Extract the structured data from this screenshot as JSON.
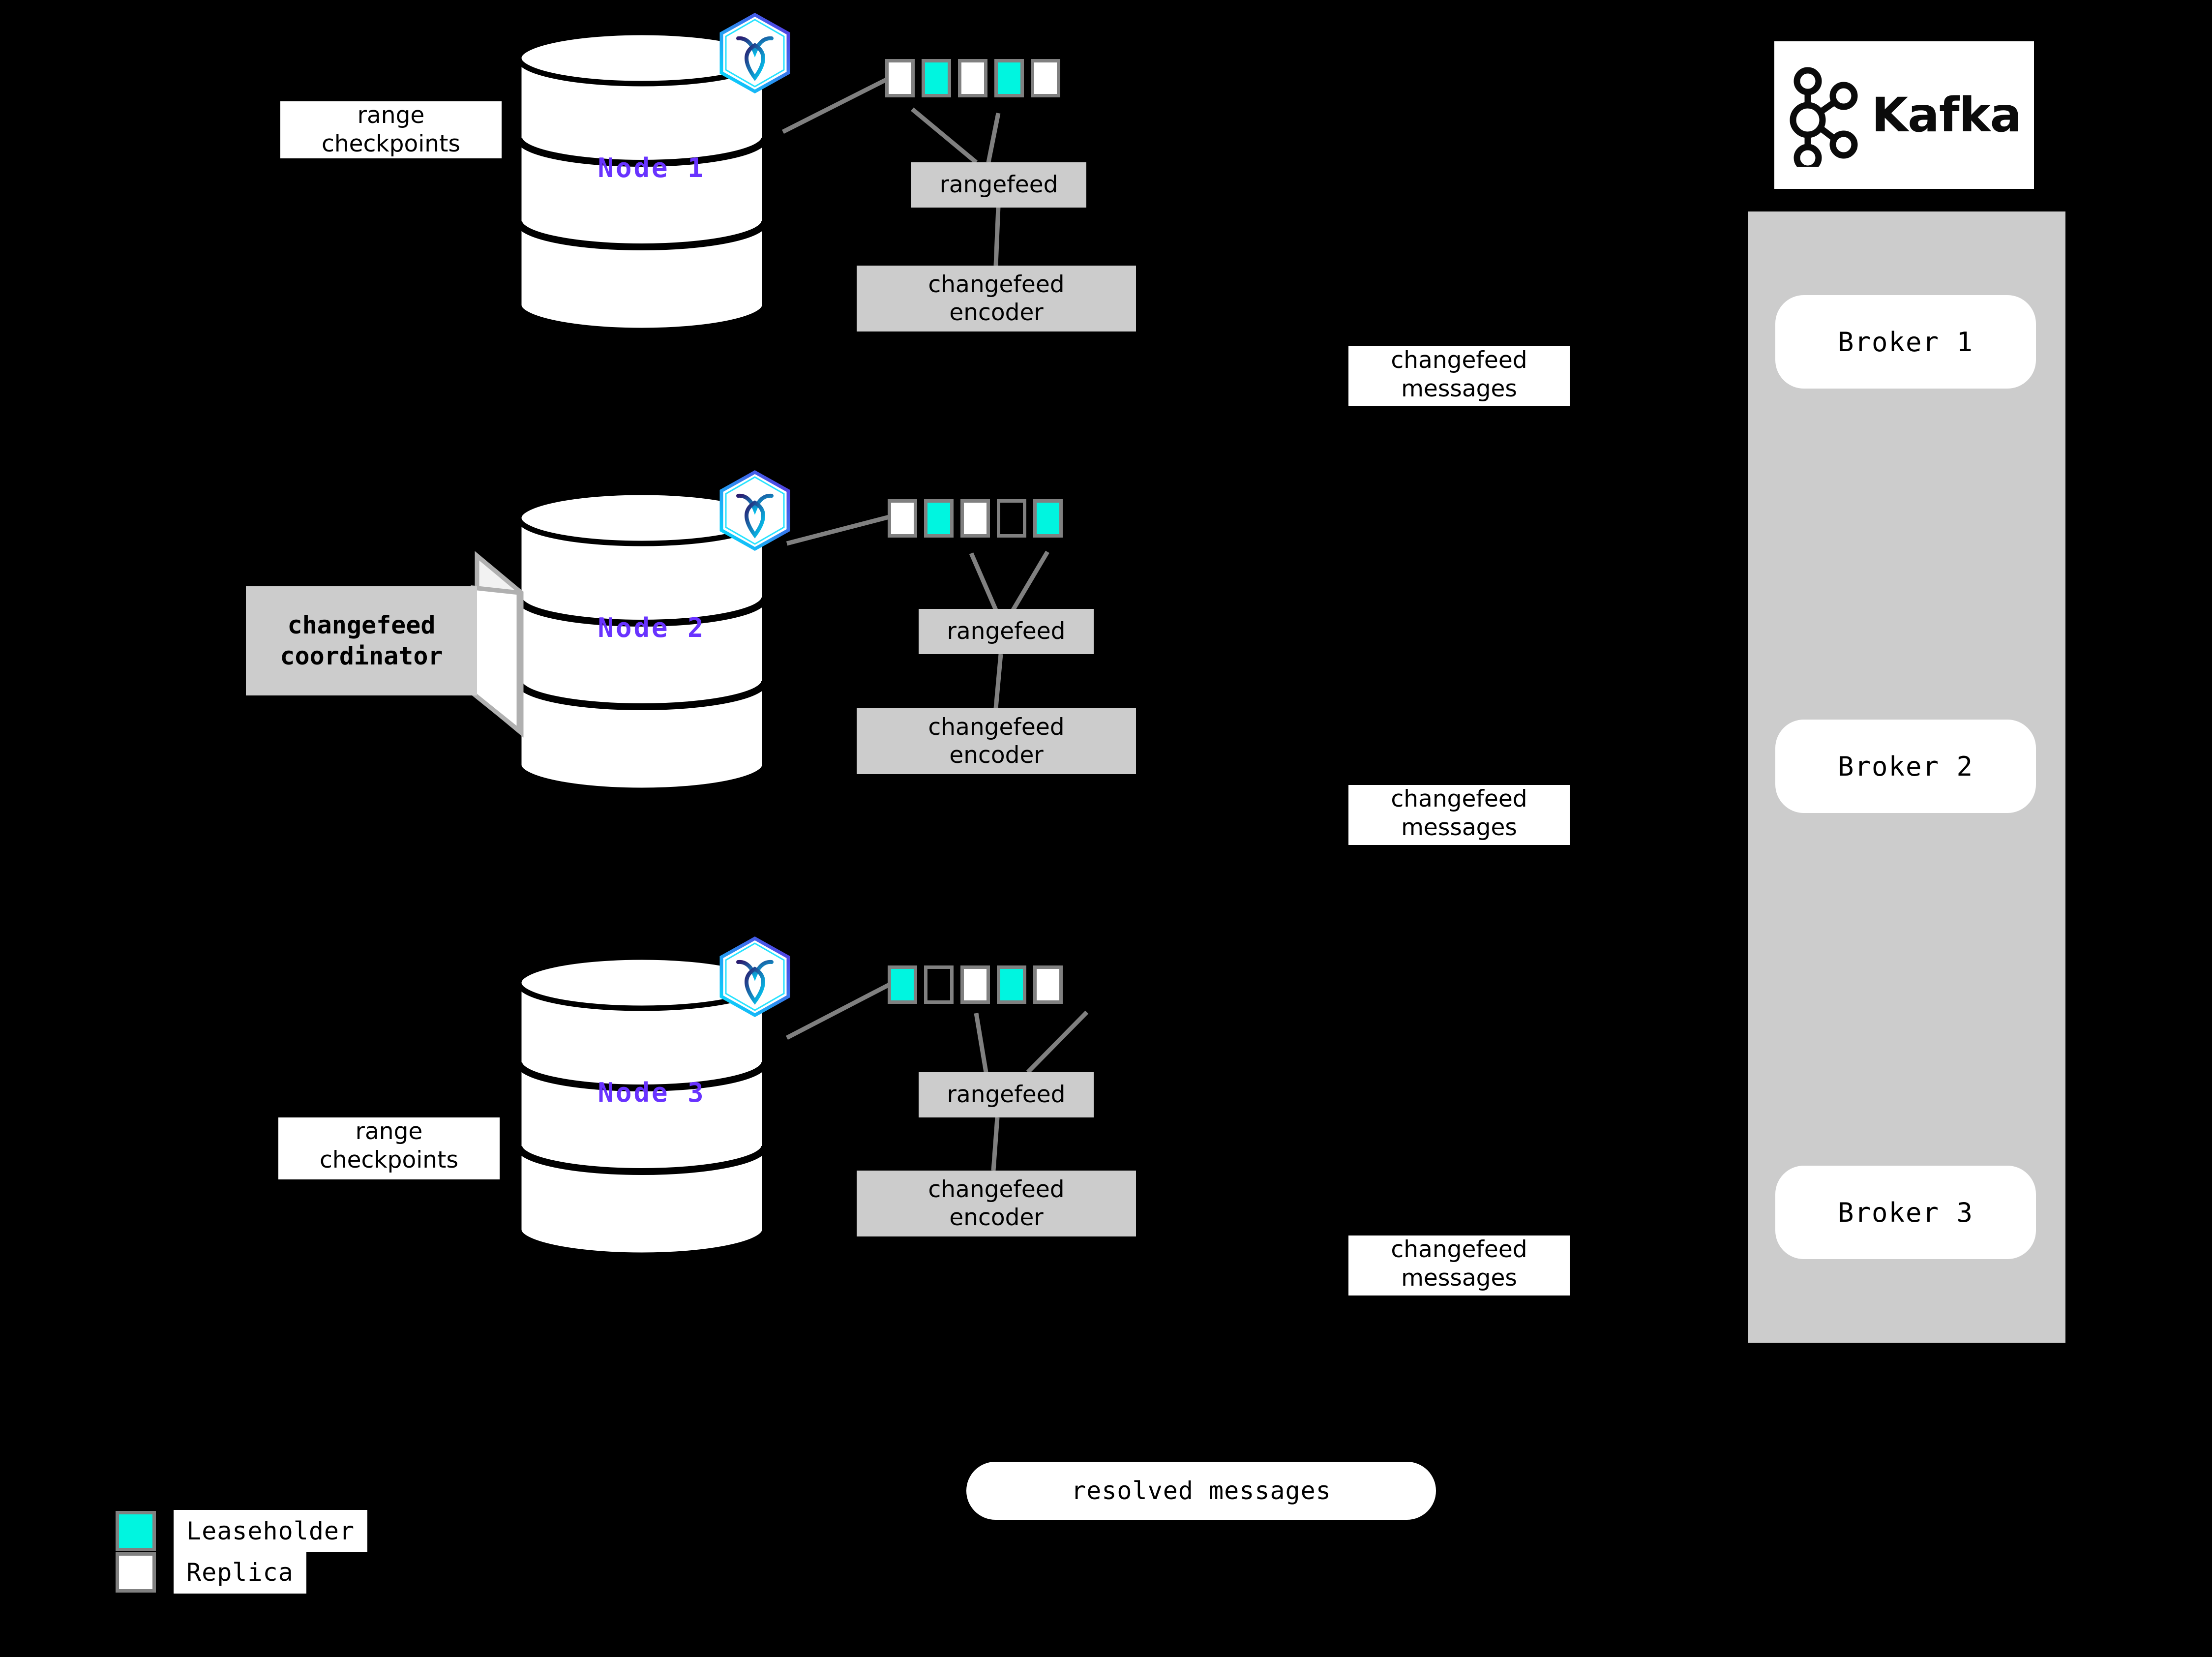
{
  "diagram": {
    "title": "CockroachDB changefeed to Kafka architecture",
    "colors": {
      "background": "#000000",
      "leaseholder": "#00f5e0",
      "replica": "#ffffff",
      "process_box": "#cccccc",
      "node_label": "#6933ff",
      "connector": "#808080",
      "range_border": "#808080"
    }
  },
  "nodes": [
    {
      "label": "Node 1",
      "logo_icon": "cockroachdb-hexagon-icon",
      "ranges": [
        {
          "type": "replica"
        },
        {
          "type": "leaseholder"
        },
        {
          "type": "replica"
        },
        {
          "type": "leaseholder"
        },
        {
          "type": "replica"
        }
      ],
      "rangefeed_label": "rangefeed",
      "encoder_label": "changefeed\nencoder",
      "side_label": "range\ncheckpoints",
      "messages_label": "changefeed\nmessages"
    },
    {
      "label": "Node 2",
      "logo_icon": "cockroachdb-hexagon-icon",
      "ranges": [
        {
          "type": "replica"
        },
        {
          "type": "leaseholder"
        },
        {
          "type": "replica"
        },
        {
          "type": "empty"
        },
        {
          "type": "leaseholder"
        }
      ],
      "rangefeed_label": "rangefeed",
      "encoder_label": "changefeed\nencoder",
      "side_label": "changefeed\ncoordinator",
      "messages_label": "changefeed\nmessages"
    },
    {
      "label": "Node 3",
      "logo_icon": "cockroachdb-hexagon-icon",
      "ranges": [
        {
          "type": "leaseholder"
        },
        {
          "type": "empty"
        },
        {
          "type": "replica"
        },
        {
          "type": "leaseholder"
        },
        {
          "type": "replica"
        }
      ],
      "rangefeed_label": "rangefeed",
      "encoder_label": "changefeed\nencoder",
      "side_label": "range\ncheckpoints",
      "messages_label": "changefeed\nmessages"
    }
  ],
  "kafka": {
    "logo_icon": "kafka-logo-icon",
    "wordmark": "Kafka",
    "brokers": [
      {
        "label": "Broker 1"
      },
      {
        "label": "Broker 2"
      },
      {
        "label": "Broker 3"
      }
    ]
  },
  "resolved": {
    "label": "resolved messages"
  },
  "legend": {
    "items": [
      {
        "swatch": "leaseholder",
        "label": "Leaseholder"
      },
      {
        "swatch": "replica",
        "label": "Replica"
      }
    ]
  }
}
